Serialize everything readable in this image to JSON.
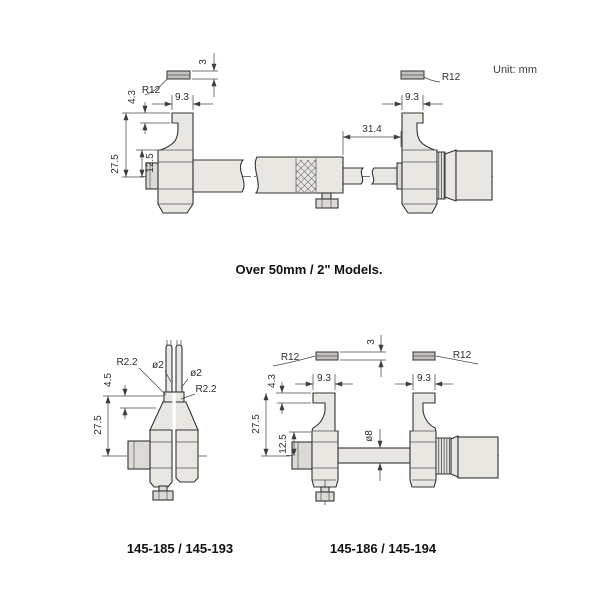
{
  "page": {
    "unit_label": "Unit: mm"
  },
  "top": {
    "caption": "Over 50mm / 2\" Models.",
    "dims": {
      "r12_left": "R12",
      "tip_thickness": "3",
      "jaw_width_left": "9.3",
      "face_height": "4.3",
      "overall_height": "27.5",
      "lower_height": "12.5",
      "rod_extension": "31.4",
      "jaw_width_right": "9.3",
      "r12_right": "R12"
    }
  },
  "bottom_left": {
    "caption": "145-185 / 145-193",
    "dims": {
      "r_left": "R2.2",
      "pin_dia_1": "ø2",
      "pin_dia_2": "ø2",
      "r_right": "R2.2",
      "pin_height": "4.5",
      "overall_height": "27.5"
    }
  },
  "bottom_right": {
    "caption": "145-186 / 145-194",
    "dims": {
      "r12_left": "R12",
      "tip_thickness": "3",
      "r12_right": "R12",
      "jaw_width_left": "9.3",
      "jaw_width_right": "9.3",
      "face_height": "4.3",
      "overall_height": "27.5",
      "lower_height": "12.5",
      "rod_dia": "ø8"
    }
  }
}
